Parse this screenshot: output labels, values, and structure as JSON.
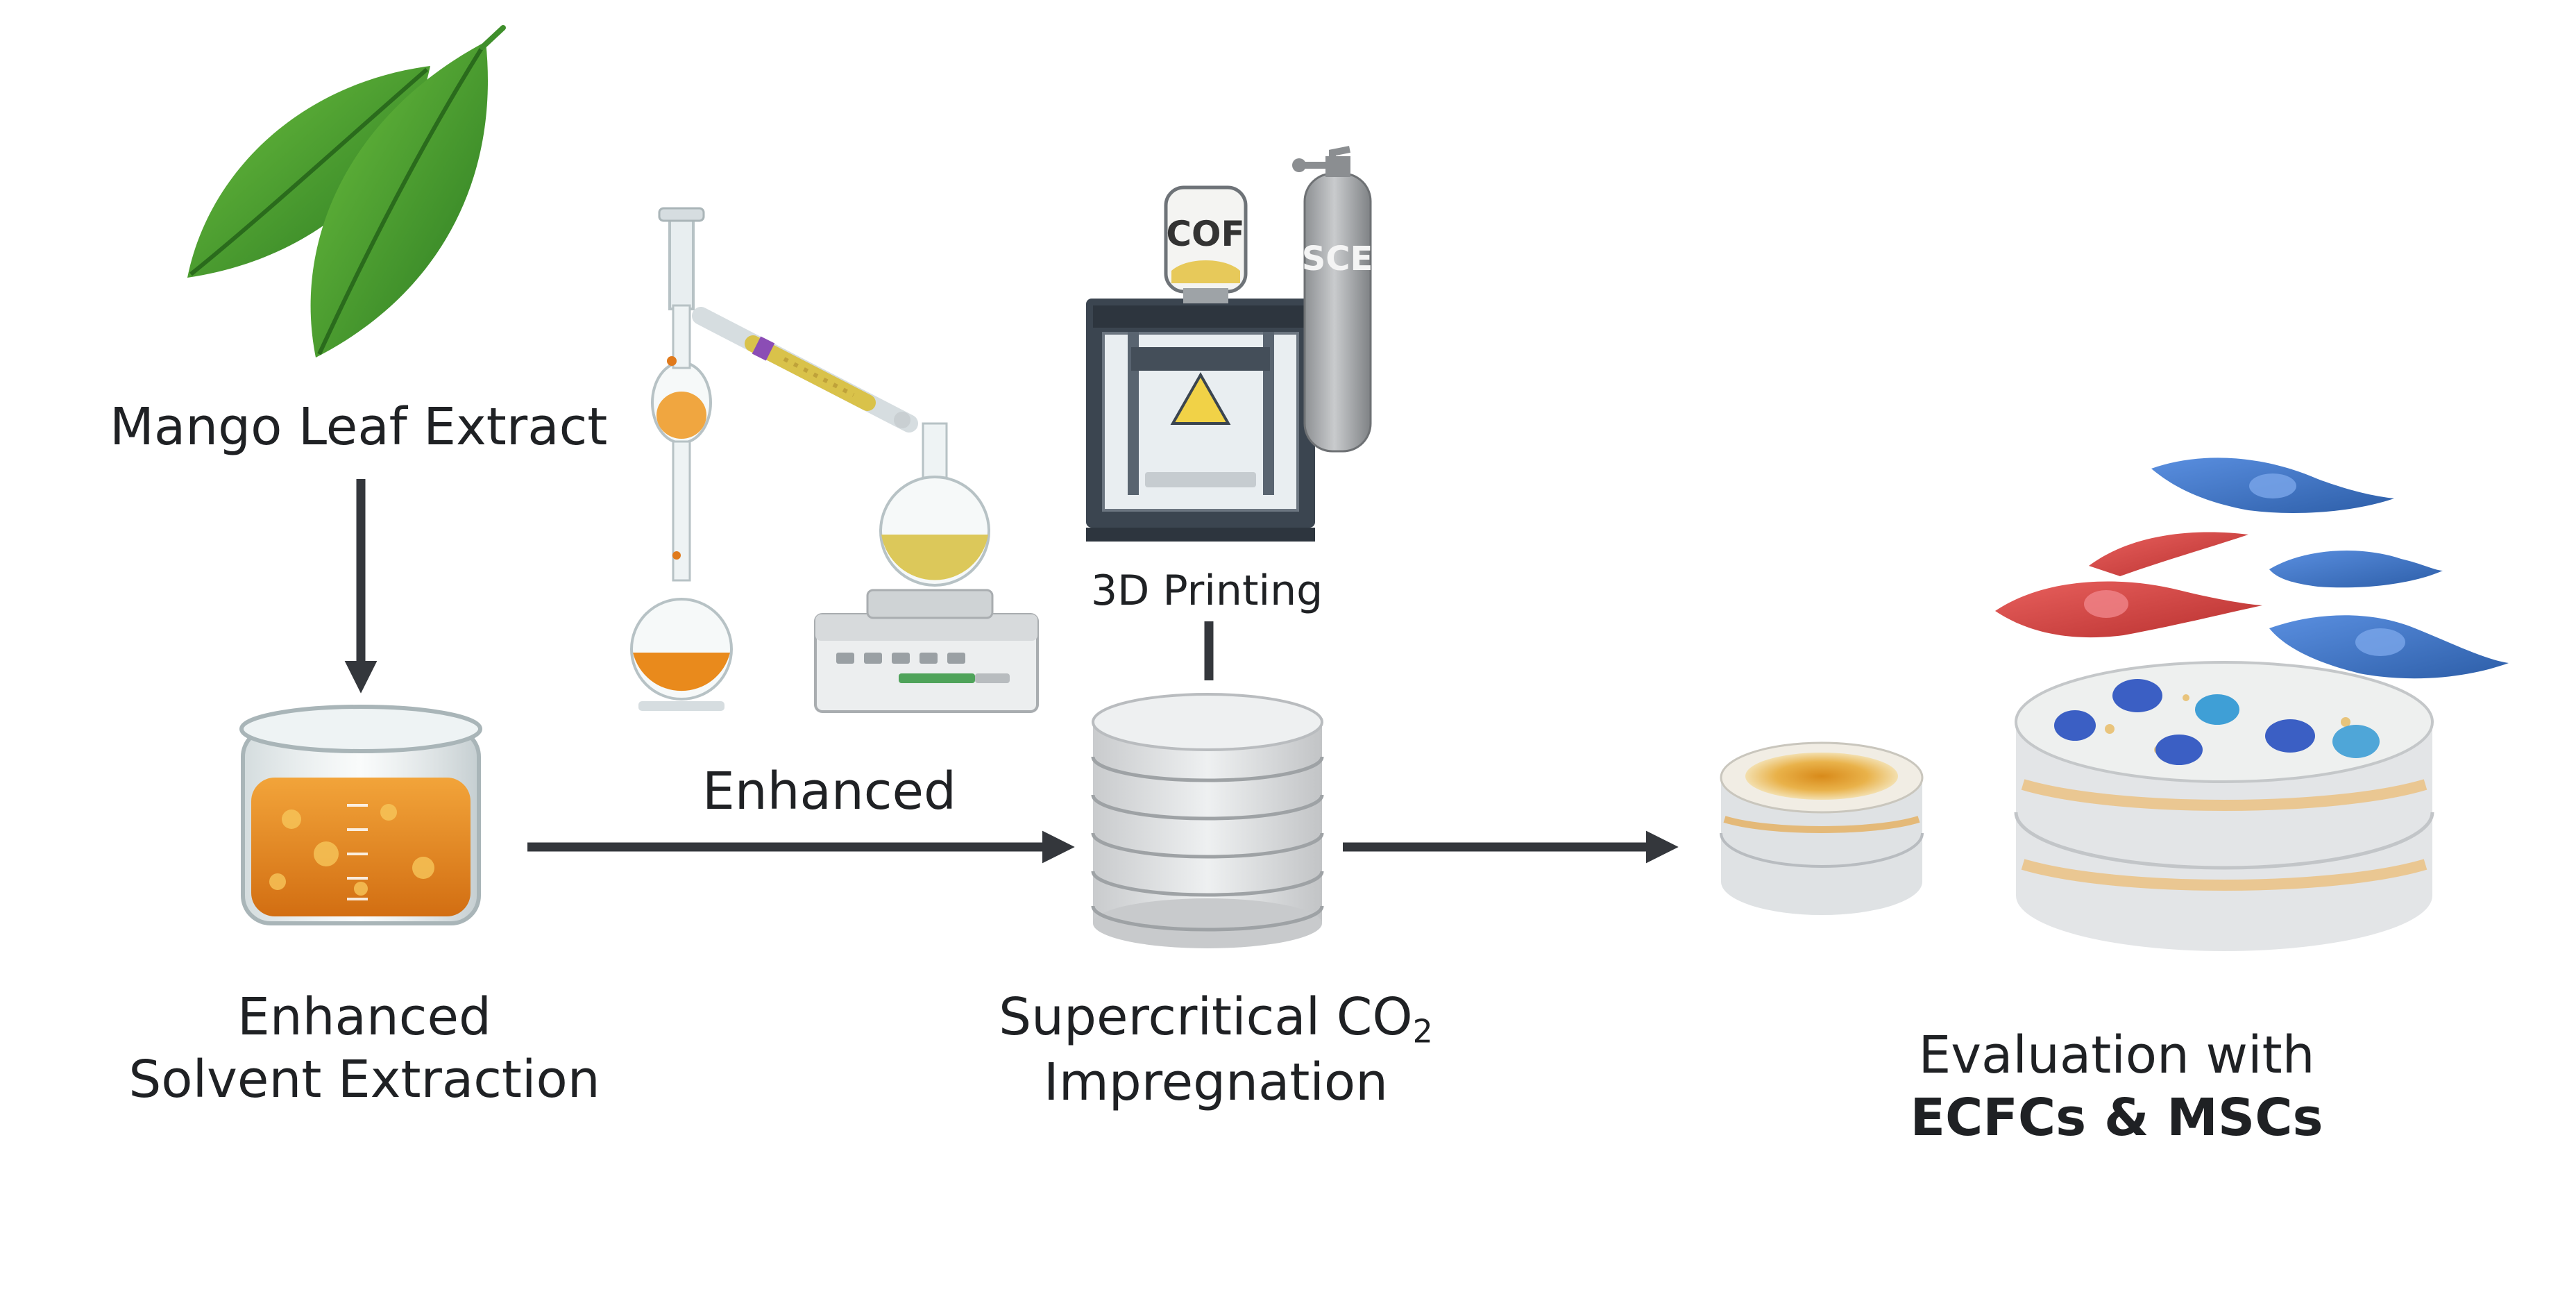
{
  "labels": {
    "mango": "Mango Leaf Extract",
    "solvent_line1": "Enhanced",
    "solvent_line2": "Solvent Extraction",
    "arrow_middle": "Enhanced",
    "printing": "3D Printing",
    "scco2_line1_prefix": "Supercritical CO",
    "scco2_subscript": "2",
    "scco2_line2": "Impregnation",
    "eval_line1": "Evaluation with",
    "eval_line2": "ECFCs & MSCs"
  },
  "device_labels": {
    "cof": "COF",
    "sce": "SCE"
  },
  "colors": {
    "text": "#1f2124",
    "arrow": "#34373c",
    "leaf": "#3f8f2b",
    "extract_orange": "#e88a1c",
    "extract_yellow": "#d9c24a",
    "cell_red": "#d9474a",
    "cell_blue": "#3f74c6",
    "scaffold": "#e3e5e7"
  }
}
